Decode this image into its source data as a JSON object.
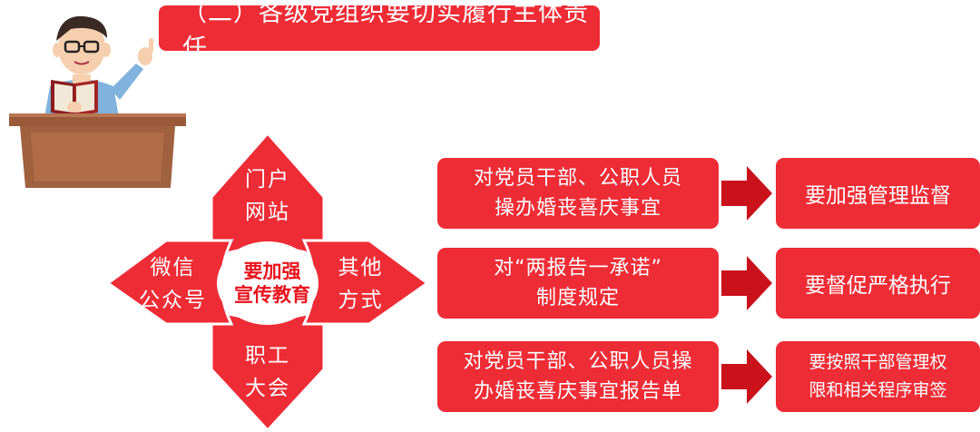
{
  "title": "（二）各级党组织要切实履行主体责任",
  "petals": {
    "top": [
      "门户",
      "网站"
    ],
    "left": [
      "微信",
      "公众号"
    ],
    "right": [
      "其他",
      "方式"
    ],
    "bottom": [
      "职工",
      "大会"
    ],
    "center": [
      "要加强",
      "宣传教育"
    ]
  },
  "rows": [
    {
      "left": [
        "对党员干部、公职人员",
        "操办婚丧喜庆事宜"
      ],
      "right": [
        "要加强管理监督"
      ]
    },
    {
      "left": [
        "对“两报告一承诺”",
        "制度规定"
      ],
      "right": [
        "要督促严格执行"
      ]
    },
    {
      "left": [
        "对党员干部、公职人员操",
        "办婚丧喜庆事宜报告单"
      ],
      "right": [
        "要按照干部管理权",
        "限和相关程序审签"
      ]
    }
  ],
  "colors": {
    "primary_red": "#ee2c36",
    "arrow_red": "#c9121c",
    "center_text": "#e8121c"
  }
}
